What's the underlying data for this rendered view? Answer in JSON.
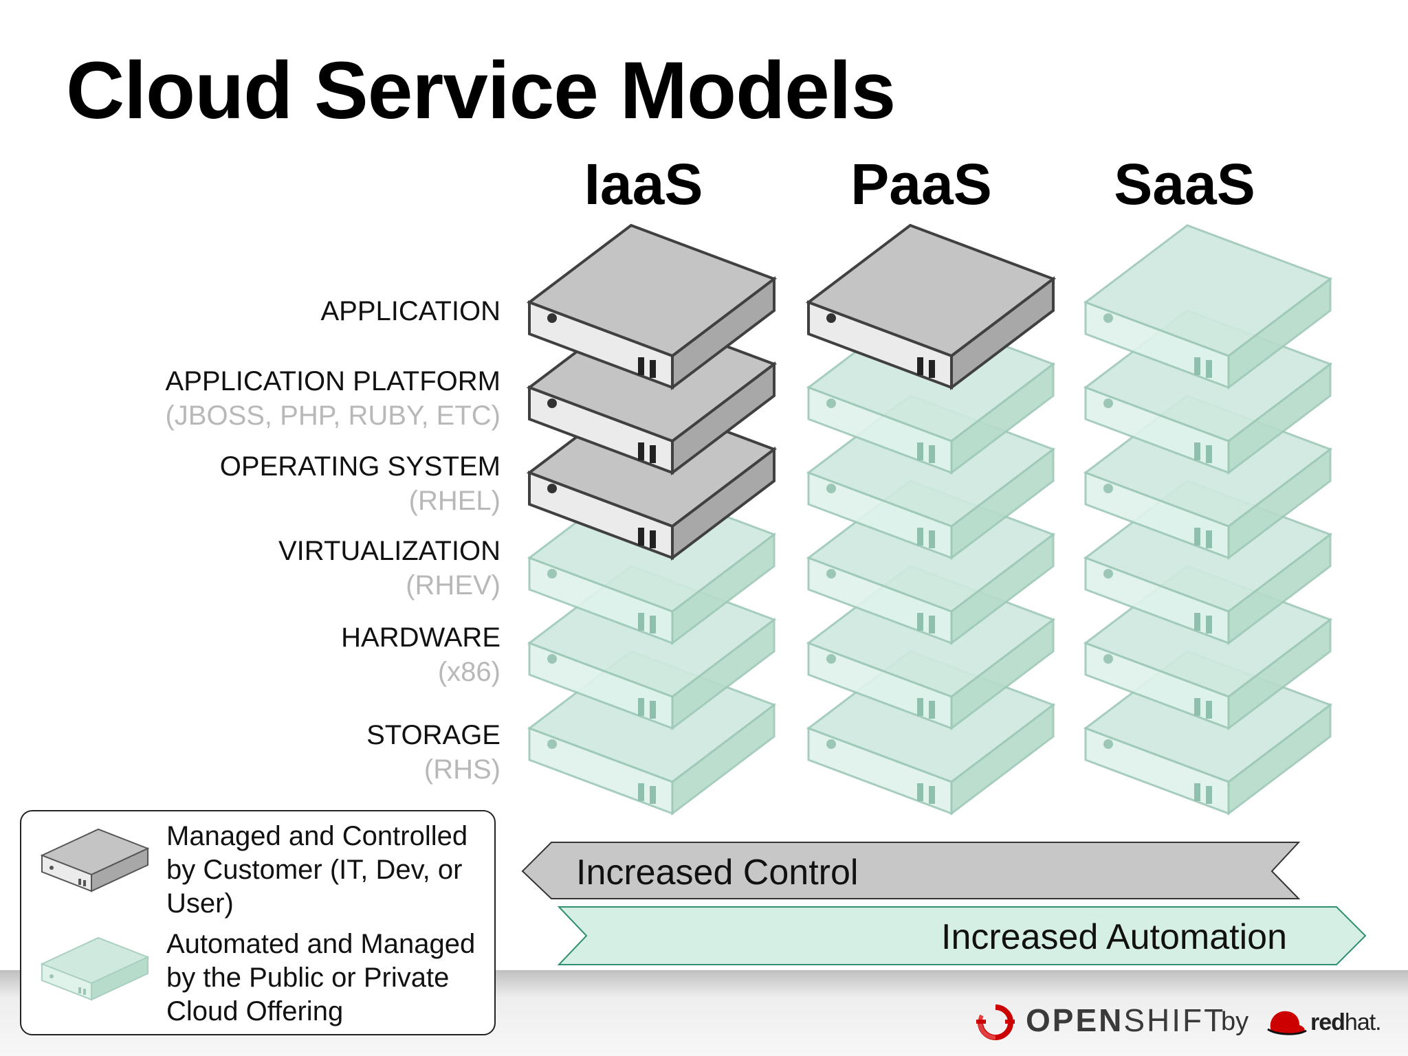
{
  "title": "Cloud Service Models",
  "columns": [
    "IaaS",
    "PaaS",
    "SaaS"
  ],
  "layers": [
    {
      "label": "APPLICATION",
      "sub": ""
    },
    {
      "label": "APPLICATION PLATFORM",
      "sub": "(JBOSS, PHP, RUBY, ETC)"
    },
    {
      "label": "OPERATING SYSTEM",
      "sub": "(RHEL)"
    },
    {
      "label": "VIRTUALIZATION",
      "sub": "(RHEV)"
    },
    {
      "label": "HARDWARE",
      "sub": "(x86)"
    },
    {
      "label": "STORAGE",
      "sub": "(RHS)"
    }
  ],
  "managed_by_customer": {
    "IaaS": [
      true,
      true,
      true,
      false,
      false,
      false
    ],
    "PaaS": [
      true,
      false,
      false,
      false,
      false,
      false
    ],
    "SaaS": [
      false,
      false,
      false,
      false,
      false,
      false
    ]
  },
  "legend": {
    "customer": "Managed and Controlled by Customer (IT, Dev, or User)",
    "automated": "Automated and Managed by the Public or Private Cloud Offering"
  },
  "arrows": {
    "control": "Increased Control",
    "automation": "Increased Automation"
  },
  "footer": {
    "openshift_bold": "OPEN",
    "openshift_light": "SHIFT",
    "by": "by",
    "redhat_bold": "red",
    "redhat_light": "hat."
  },
  "colors": {
    "customer_top": "#c4c4c4",
    "customer_front": "#ebebeb",
    "customer_side": "#a8a8a8",
    "automated_top": "#cfe9df",
    "automated_front": "#dff3eb",
    "automated_side": "#b7dccc",
    "redhat_red": "#cc0000"
  }
}
